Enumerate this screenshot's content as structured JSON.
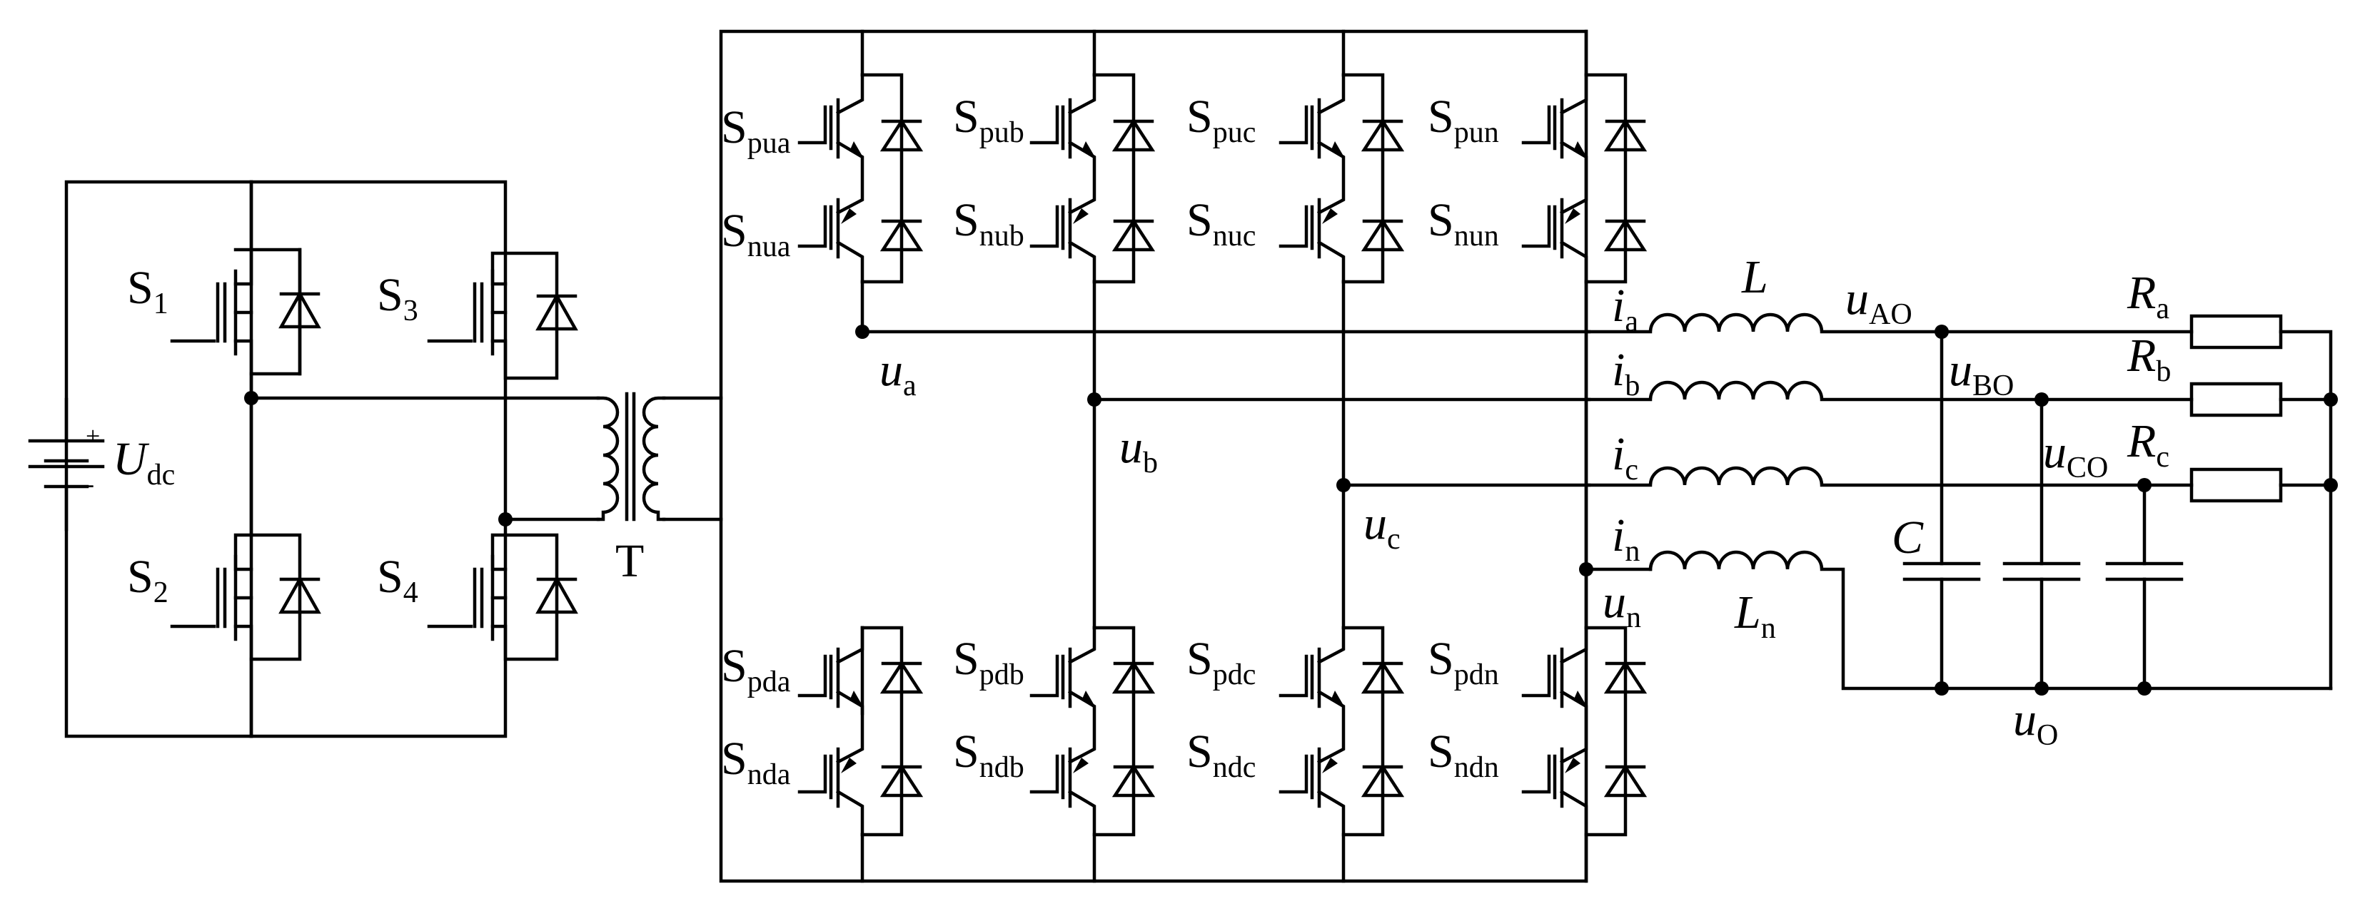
{
  "labels": {
    "source": {
      "main": "U",
      "sub": "dc",
      "plus": "+",
      "minus": "-"
    },
    "s1": {
      "main": "S",
      "sub": "1"
    },
    "s2": {
      "main": "S",
      "sub": "2"
    },
    "s3": {
      "main": "S",
      "sub": "3"
    },
    "s4": {
      "main": "S",
      "sub": "4"
    },
    "transformer": "T",
    "spua": {
      "main": "S",
      "sub": "pua"
    },
    "snua": {
      "main": "S",
      "sub": "nua"
    },
    "spub": {
      "main": "S",
      "sub": "pub"
    },
    "snub": {
      "main": "S",
      "sub": "nub"
    },
    "spuc": {
      "main": "S",
      "sub": "puc"
    },
    "snuc": {
      "main": "S",
      "sub": "nuc"
    },
    "spun": {
      "main": "S",
      "sub": "pun"
    },
    "snun": {
      "main": "S",
      "sub": "nun"
    },
    "spda": {
      "main": "S",
      "sub": "pda"
    },
    "snda": {
      "main": "S",
      "sub": "nda"
    },
    "spdb": {
      "main": "S",
      "sub": "pdb"
    },
    "sndb": {
      "main": "S",
      "sub": "ndb"
    },
    "spdc": {
      "main": "S",
      "sub": "pdc"
    },
    "sndc": {
      "main": "S",
      "sub": "ndc"
    },
    "spdn": {
      "main": "S",
      "sub": "pdn"
    },
    "sndn": {
      "main": "S",
      "sub": "ndn"
    },
    "ua": {
      "main": "u",
      "sub": "a"
    },
    "ub": {
      "main": "u",
      "sub": "b"
    },
    "uc": {
      "main": "u",
      "sub": "c"
    },
    "un": {
      "main": "u",
      "sub": "n"
    },
    "ia": {
      "main": "i",
      "sub": "a"
    },
    "ib": {
      "main": "i",
      "sub": "b"
    },
    "ic": {
      "main": "i",
      "sub": "c"
    },
    "in": {
      "main": "i",
      "sub": "n"
    },
    "L": "L",
    "Ln": {
      "main": "L",
      "sub": "n"
    },
    "C": "C",
    "uAO": {
      "main": "u",
      "sub": "AO"
    },
    "uBO": {
      "main": "u",
      "sub": "BO"
    },
    "uCO": {
      "main": "u",
      "sub": "CO"
    },
    "uO": {
      "main": "u",
      "sub": "O"
    },
    "Ra": {
      "main": "R",
      "sub": "a"
    },
    "Rb": {
      "main": "R",
      "sub": "b"
    },
    "Rc": {
      "main": "R",
      "sub": "c"
    }
  }
}
